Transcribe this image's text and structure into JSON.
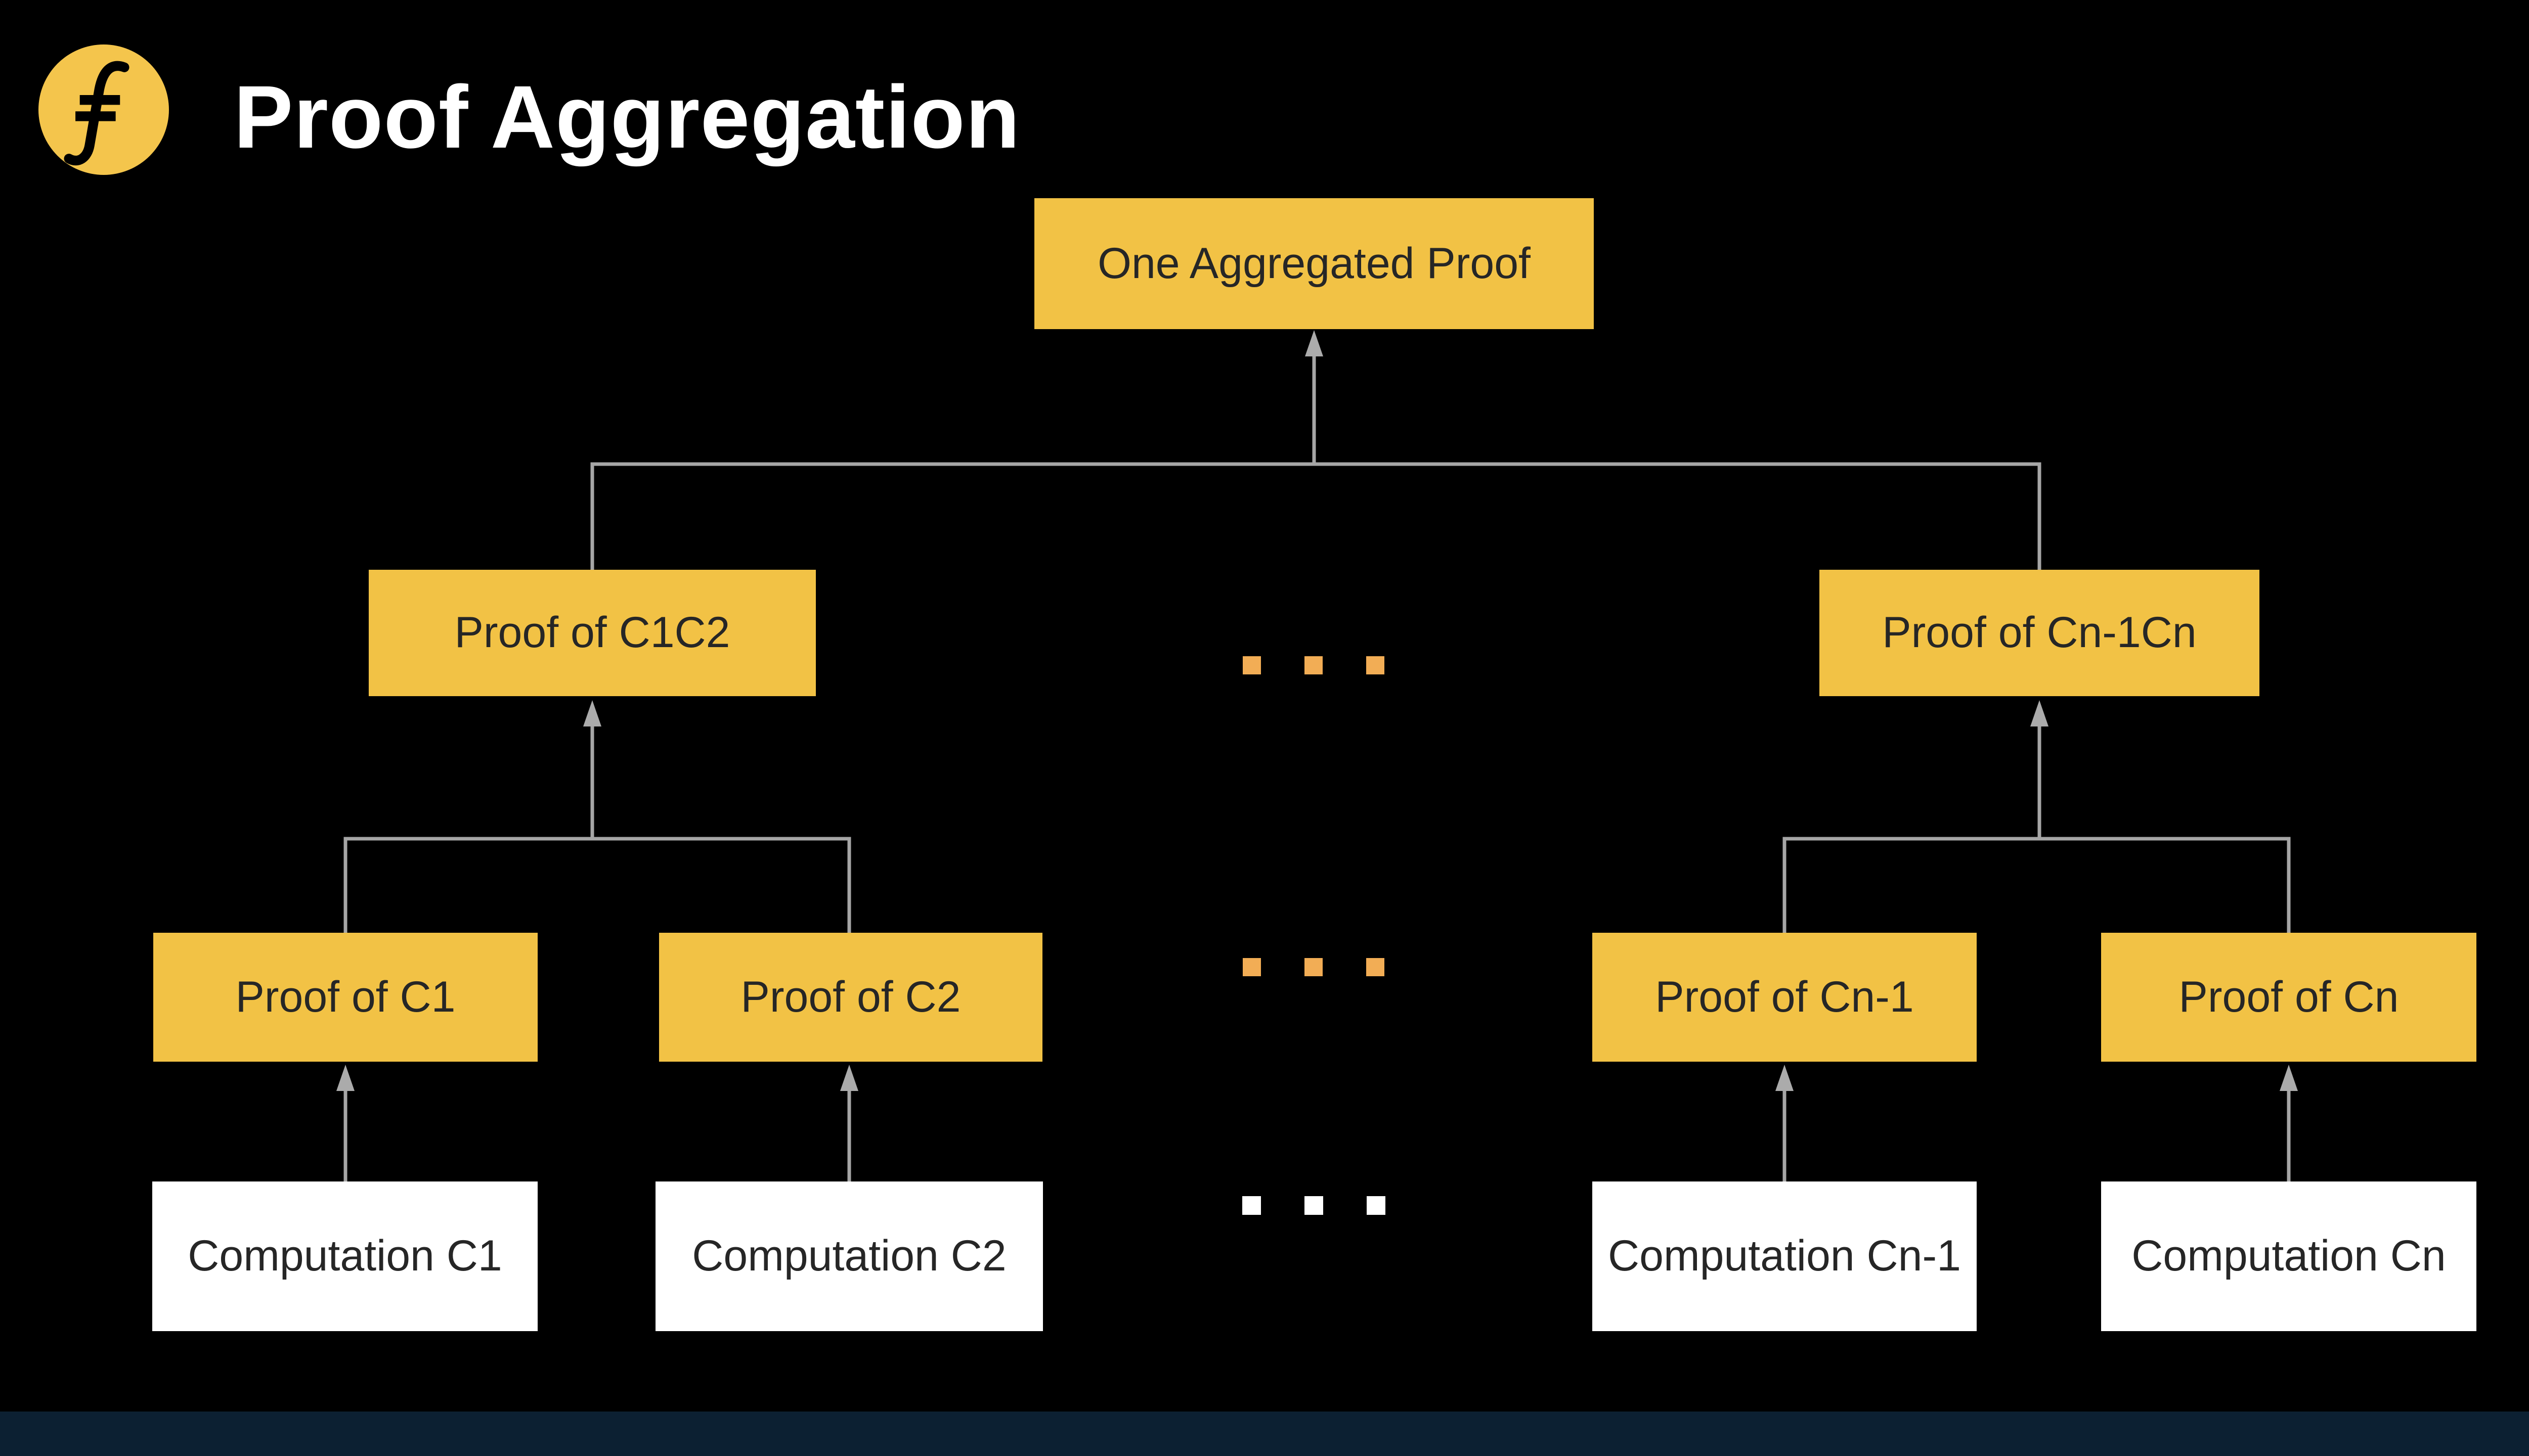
{
  "header": {
    "title": "Proof Aggregation",
    "logo": {
      "icon": "filecoin-logo",
      "circle_color": "#F4C54C",
      "glyph_color": "#000000"
    }
  },
  "diagram": {
    "root": {
      "label": "One Aggregated Proof"
    },
    "pair_proofs": [
      {
        "label": "Proof of C1C2"
      },
      {
        "label": "Proof of Cn-1Cn"
      }
    ],
    "leaf_proofs": [
      {
        "label": "Proof of C1"
      },
      {
        "label": "Proof of C2"
      },
      {
        "label": "Proof of Cn-1"
      },
      {
        "label": "Proof of Cn"
      }
    ],
    "computations": [
      {
        "label": "Computation C1"
      },
      {
        "label": "Computation C2"
      },
      {
        "label": "Computation Cn-1"
      },
      {
        "label": "Computation Cn"
      }
    ],
    "ellipsis_rows": [
      {
        "between": "pair_proofs",
        "color": "#F2AD55",
        "count": 3
      },
      {
        "between": "leaf_proofs",
        "color": "#F2AD55",
        "count": 3
      },
      {
        "between": "computations",
        "color": "#FFFFFF",
        "count": 3
      }
    ],
    "colors": {
      "proof_box": "#F2C245",
      "computation_box": "#FFFFFF",
      "box_text": "#262626",
      "connector": "#A6A6A6",
      "background": "#000000",
      "footer_bar": "#0C2032",
      "corner_dot": "#EDA03C"
    }
  }
}
